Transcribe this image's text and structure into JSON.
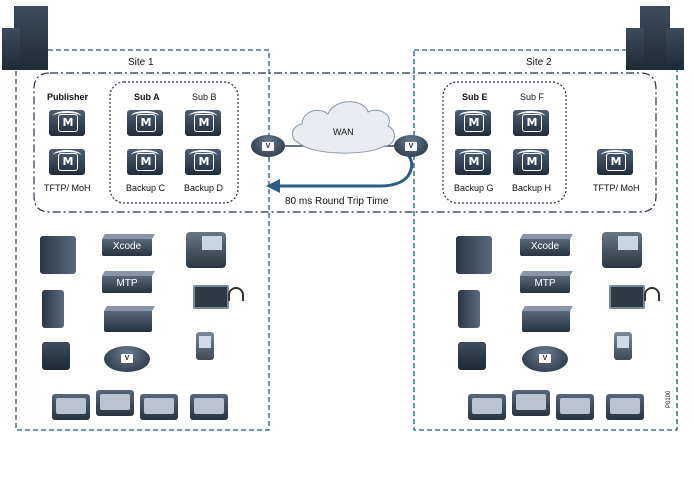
{
  "sites": [
    {
      "name": "Site 1"
    },
    {
      "name": "Site 2"
    }
  ],
  "site1": {
    "publisher": "Publisher",
    "sub_a": "Sub A",
    "sub_b": "Sub B",
    "tftp": "TFTP/ MoH",
    "backup_c": "Backup C",
    "backup_d": "Backup D"
  },
  "site2": {
    "sub_e": "Sub E",
    "sub_f": "Sub F",
    "backup_g": "Backup G",
    "backup_h": "Backup H",
    "tftp": "TFTP/ MoH"
  },
  "wan": {
    "label": "WAN",
    "rtt": "80 ms Round Trip Time"
  },
  "devices": {
    "xcode": "Xcode",
    "mtp": "MTP"
  },
  "figure_id": "P0100",
  "colors": {
    "site_border": "#1f5f6e",
    "cluster_border": "#243444",
    "arrow": "#2d5d84",
    "device_dark": "#26323f"
  }
}
